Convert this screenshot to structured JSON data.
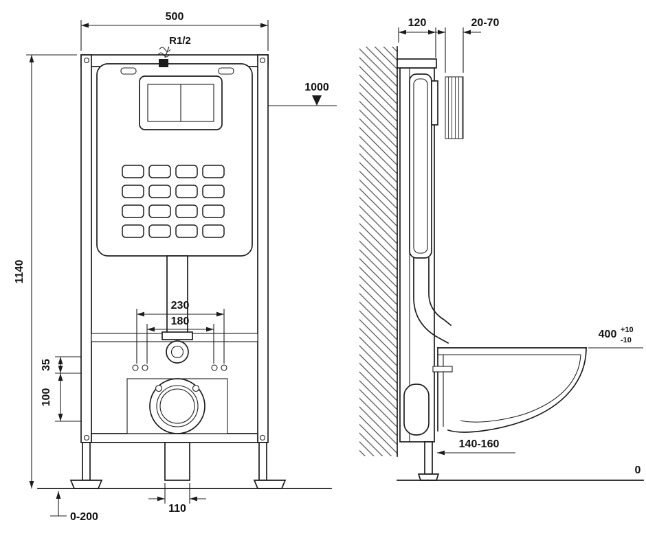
{
  "colors": {
    "line": "#1c1c1c",
    "background": "#ffffff"
  },
  "front": {
    "width": "500",
    "inlet_thread": "R1/2",
    "level_mark": "1000",
    "total_height": "1140",
    "bolt_spacing_outer": "230",
    "bolt_spacing_inner": "180",
    "offset_35": "35",
    "offset_100": "100",
    "pipe_width": "110",
    "feet_range": "0-200"
  },
  "side": {
    "depth": "120",
    "wall_gap": "20-70",
    "bowl_height": "400",
    "bowl_tol_plus": "+10",
    "bowl_tol_minus": "-10",
    "outlet_height": "140-160",
    "floor_level": "0"
  }
}
